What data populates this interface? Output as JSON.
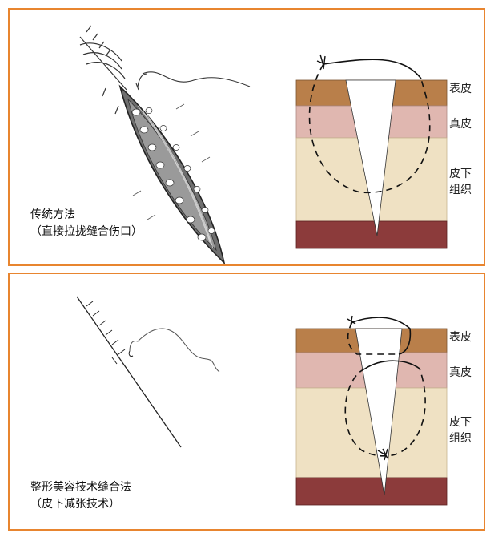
{
  "panels": [
    {
      "title": "传统方法",
      "subtitle": "（直接拉拢缝合伤口）",
      "layers": {
        "epidermis": "表皮",
        "dermis": "真皮",
        "subcutaneous_line1": "皮下",
        "subcutaneous_line2": "组织"
      }
    },
    {
      "title": "整形美容技术缝合法",
      "subtitle": "（皮下减张技术）",
      "layers": {
        "epidermis": "表皮",
        "dermis": "真皮",
        "subcutaneous_line1": "皮下",
        "subcutaneous_line2": "组织"
      }
    }
  ],
  "colors": {
    "border": "#e8852f",
    "epidermis": "#b97f4a",
    "dermis": "#e0b7b0",
    "subcutaneous": "#efe1c3",
    "muscle": "#8c3b3b"
  }
}
